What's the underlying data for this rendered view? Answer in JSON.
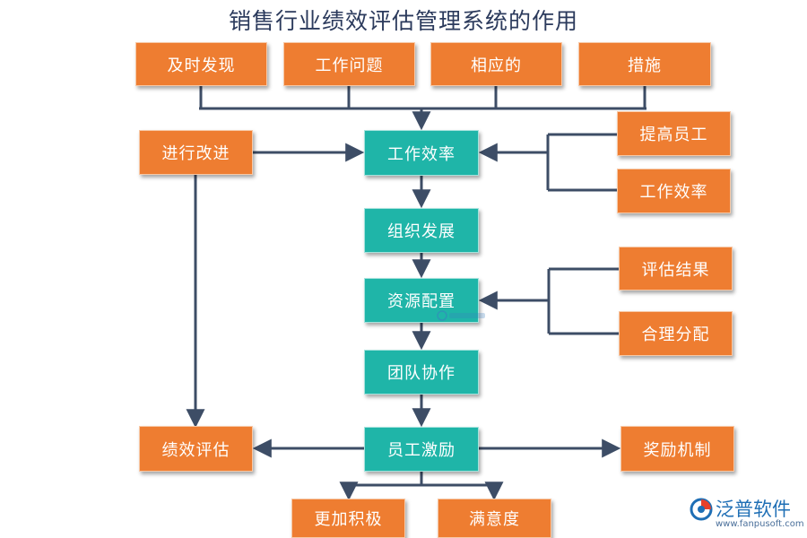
{
  "title": "销售行业绩效评估管理系统的作用",
  "nodes": {
    "jishi_faxian": "及时发现",
    "gongzuo_wenti": "工作问题",
    "xiangying_de": "相应的",
    "cuoshi": "措施",
    "jinxing_gaijin": "进行改进",
    "gongzuo_xiaolv_main": "工作效率",
    "tigao_yuangong": "提高员工",
    "gongzuo_xiaolv_side": "工作效率",
    "zuzhi_fazhan": "组织发展",
    "ziyuan_peizhi": "资源配置",
    "pinggu_jieguo": "评估结果",
    "heli_fenpei": "合理分配",
    "tuandui_xiezuo": "团队协作",
    "jixiao_pinggu": "绩效评估",
    "yuangong_jili": "员工激励",
    "jiangli_jizhi": "奖励机制",
    "gengjia_jiji": "更加积极",
    "manyidu": "满意度"
  },
  "logo": {
    "name": "泛普软件",
    "url": "www.fanpusoft.com",
    "icon": "fanpu-logo-icon"
  },
  "colors": {
    "orange": "#ee7d31",
    "teal": "#1fb5a8",
    "connector": "#3d4d66",
    "title": "#2b3a5c"
  }
}
